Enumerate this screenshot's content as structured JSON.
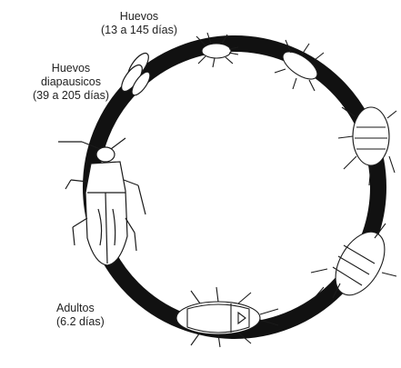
{
  "labels": {
    "eggs": {
      "line1": "Huevos",
      "line2": "(13 a 145 días)"
    },
    "diapause_eggs": {
      "line1": "Huevos",
      "line2": "diapausicos",
      "line3": "(39 a 205 días)"
    },
    "adults": {
      "line1": "Adultos",
      "line2": "(6.2 días)"
    }
  },
  "colors": {
    "ring": "#111111",
    "insect_fill": "#ffffff",
    "insect_stroke": "#1a1a1a"
  },
  "stages": [
    "egg-cluster",
    "nymph-1",
    "nymph-2",
    "nymph-3",
    "nymph-4",
    "nymph-5",
    "adult",
    "adult-large"
  ]
}
